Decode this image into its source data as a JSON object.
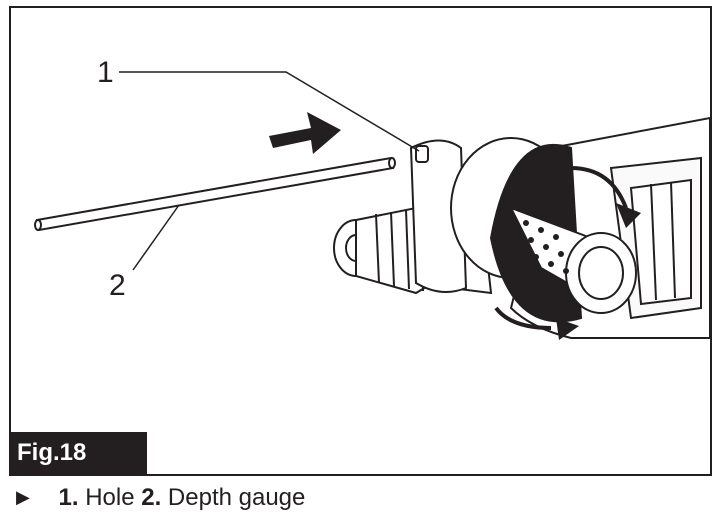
{
  "figure": {
    "label": "Fig.18",
    "callouts": [
      {
        "id": "1",
        "text": "1"
      },
      {
        "id": "2",
        "text": "2"
      }
    ]
  },
  "legend": {
    "items": [
      {
        "number": "1.",
        "text": "Hole"
      },
      {
        "number": "2.",
        "text": "Depth gauge"
      }
    ]
  },
  "colors": {
    "ink": "#231f20",
    "background": "#ffffff"
  },
  "icons": [
    "push-direction-arrow-icon",
    "rotate-direction-arrow-icon",
    "bullet-triangle-icon"
  ]
}
